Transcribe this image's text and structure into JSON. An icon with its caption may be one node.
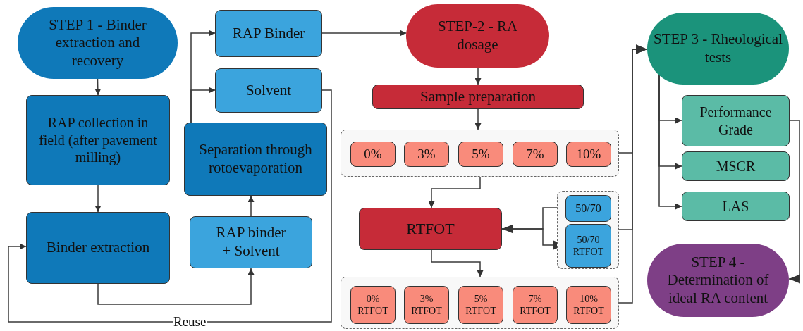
{
  "diagram": {
    "nodes": [
      {
        "text": [
          "STEP 1 - Binder extraction and recovery"
        ]
      },
      {
        "text": [
          "RAP collection in field (after pavement milling)"
        ]
      },
      {
        "text": [
          "Binder extraction"
        ]
      },
      {
        "text": [
          "RAP Binder"
        ]
      },
      {
        "text": [
          "Solvent"
        ]
      },
      {
        "text": [
          "Separation through rotoevaporation"
        ]
      },
      {
        "text": [
          "RAP binder + Solvent"
        ]
      },
      {
        "text": [
          "STEP-2 - RA dosage"
        ]
      },
      {
        "text": [
          "Sample preparation"
        ]
      },
      {
        "text": [],
        "shape": "box"
      },
      {
        "text": [
          "0%"
        ],
        "in": 9
      },
      {
        "text": [
          "3%"
        ],
        "in": 9
      },
      {
        "text": [
          "5%"
        ],
        "in": 9
      },
      {
        "text": [
          "7%"
        ],
        "in": 9
      },
      {
        "text": [
          "10%"
        ],
        "in": 9
      },
      {
        "text": [
          "RTFOT"
        ]
      },
      {
        "text": [],
        "shape": "box"
      },
      {
        "text": [
          "50/70"
        ],
        "in": 16
      },
      {
        "text": [
          "50/70 RTFOT"
        ],
        "in": 16
      },
      {
        "text": [],
        "shape": "box"
      },
      {
        "text": [
          "0% RTFOT"
        ],
        "in": 19
      },
      {
        "text": [
          "3% RTFOT"
        ],
        "in": 19
      },
      {
        "text": [
          "5% RTFOT"
        ],
        "in": 19
      },
      {
        "text": [
          "7% RTFOT"
        ],
        "in": 19
      },
      {
        "text": [
          "10% RTFOT"
        ],
        "in": 19
      },
      {
        "text": [
          "STEP 3 - Rheological tests"
        ]
      },
      {
        "text": [
          "Performance Grade"
        ]
      },
      {
        "text": [
          "MSCR"
        ]
      },
      {
        "text": [
          "LAS"
        ]
      },
      {
        "text": [
          "STEP 4 - Determination of ideal RA content"
        ]
      }
    ],
    "edges": [
      {
        "from": 0,
        "to": 1,
        "arrow": "to"
      },
      {
        "from": 1,
        "to": 2,
        "arrow": "to"
      },
      {
        "from": 2,
        "to": 6,
        "arrow": "to"
      },
      {
        "from": 6,
        "to": 5,
        "arrow": "to"
      },
      {
        "from": 5,
        "to": 3,
        "arrow": "to"
      },
      {
        "from": 5,
        "to": 4,
        "arrow": "to"
      },
      {
        "from": 4,
        "to": 2,
        "arrow": "to",
        "label": "Reuse"
      },
      {
        "from": 3,
        "to": 7,
        "arrow": "to"
      },
      {
        "from": 7,
        "to": 8,
        "arrow": "to"
      },
      {
        "from": 8,
        "to": 9,
        "arrow": "to"
      },
      {
        "from": 9,
        "to": 15,
        "arrow": "to"
      },
      {
        "from": 17,
        "to": 15,
        "arrow": "to"
      },
      {
        "from": 15,
        "to": 18,
        "arrow": "to"
      },
      {
        "from": 15,
        "to": 19,
        "arrow": "to"
      },
      {
        "from": 9,
        "to": 25,
        "arrow": "to"
      },
      {
        "from": 16,
        "to": 25,
        "arrow": "to"
      },
      {
        "from": 19,
        "to": 25,
        "arrow": "to"
      },
      {
        "from": 25,
        "to": 26,
        "arrow": "to"
      },
      {
        "from": 25,
        "to": 27,
        "arrow": "to"
      },
      {
        "from": 25,
        "to": 28,
        "arrow": "to"
      },
      {
        "from": 26,
        "to": 29,
        "arrow": "to"
      }
    ]
  }
}
